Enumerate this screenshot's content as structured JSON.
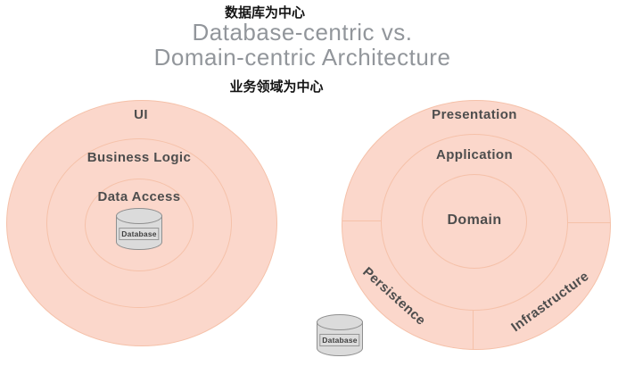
{
  "header": {
    "top_annotation": "数据库为中心",
    "title_line1": "Database-centric vs.",
    "title_line2": "Domain-centric Architecture",
    "bottom_annotation": "业务领域为中心"
  },
  "left_diagram": {
    "type": "database-centric",
    "rings": [
      {
        "label": "UI"
      },
      {
        "label": "Business Logic"
      },
      {
        "label": "Data Access"
      }
    ],
    "database_label": "Database"
  },
  "right_diagram": {
    "type": "domain-centric",
    "rings": [
      {
        "label": "Presentation"
      },
      {
        "label": "Application"
      },
      {
        "label": "Domain"
      }
    ],
    "segments": [
      {
        "label": "Persistence"
      },
      {
        "label": "Infrastructure"
      }
    ],
    "database_label": "Database"
  },
  "colors": {
    "ring_fill": "#fbd7cb",
    "ring_stroke": "#f5c1a9",
    "cylinder_fill": "#dbdbdb",
    "cylinder_stroke": "#8f8f8f",
    "title_text": "#92969b",
    "ring_label_text": "#4d4d4d",
    "annotation_text": "#141414",
    "background": "#ffffff"
  }
}
